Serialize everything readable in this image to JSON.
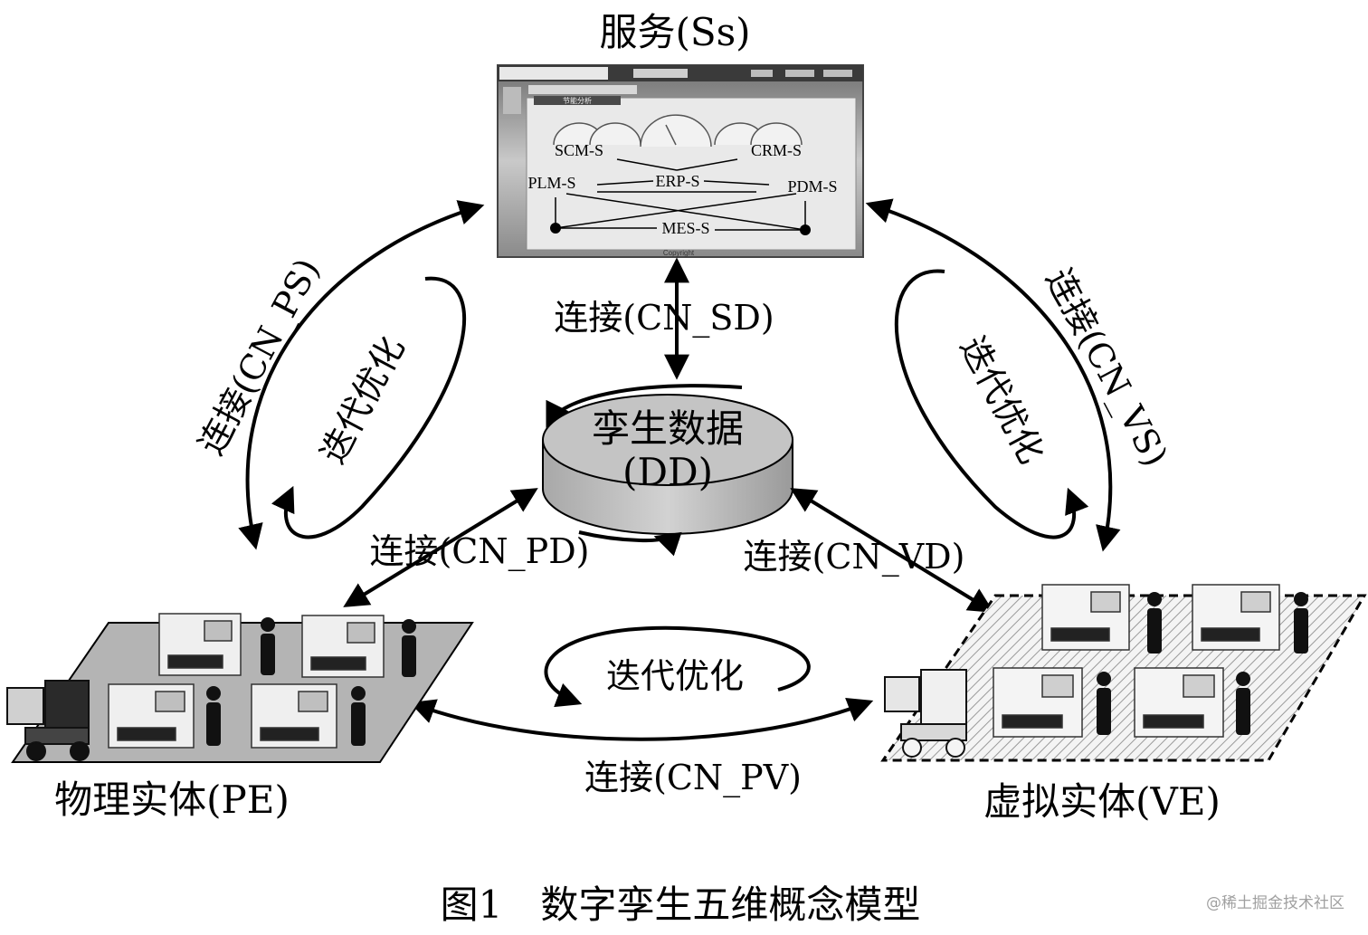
{
  "nodes": {
    "services": {
      "title": "服务(Ss)"
    },
    "twin_data": {
      "line1": "孪生数据",
      "line2": "(DD)"
    },
    "physical_entity": {
      "title": "物理实体(PE)"
    },
    "virtual_entity": {
      "title": "虚拟实体(VE)"
    }
  },
  "service_panel": {
    "modules": [
      "SCM-S",
      "CRM-S",
      "PLM-S",
      "ERP-S",
      "PDM-S",
      "MES-S"
    ],
    "copyright": "Copyright",
    "tab_label": "节能分析"
  },
  "connections": {
    "cn_sd": "连接(CN_SD)",
    "cn_ps": "连接(CN_PS)",
    "cn_vs": "连接(CN_VS)",
    "cn_pd": "连接(CN_PD)",
    "cn_vd": "连接(CN_VD)",
    "cn_pv": "连接(CN_PV)"
  },
  "loops": {
    "left": "迭代优化",
    "right": "迭代优化",
    "bottom": "迭代优化"
  },
  "caption": "图1　数字孪生五维概念模型",
  "watermark": "@稀土掘金技术社区",
  "colors": {
    "cylinder_fill": "#c8c8c8",
    "physical_floor": "#b4b4b4",
    "panel_bg": "#dcdcdc"
  }
}
